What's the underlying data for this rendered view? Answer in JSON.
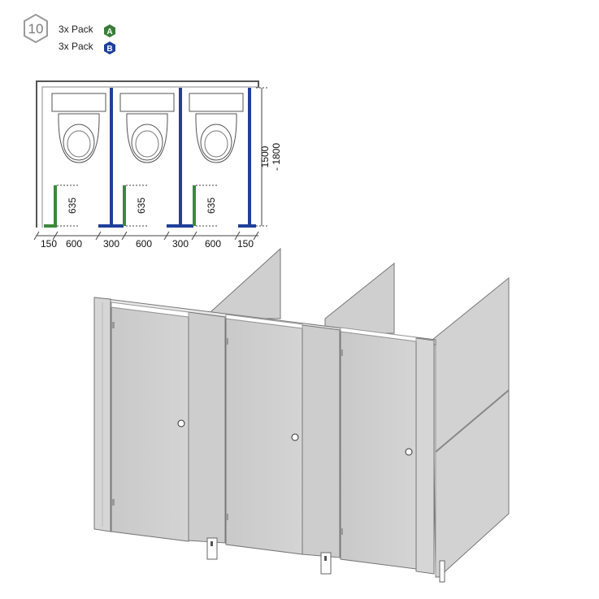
{
  "step": {
    "number": "10"
  },
  "packs": [
    {
      "label": "3x Pack",
      "badge": "A",
      "color": "#3a7d3a"
    },
    {
      "label": "3x Pack",
      "badge": "B",
      "color": "#1f3f9a"
    }
  ],
  "plan": {
    "depth_label": "1500\n- 1800",
    "depth_line1": "1500",
    "depth_line2": "- 1800",
    "door_height_label": "635",
    "bottom_dims": [
      "150",
      "600",
      "300",
      "600",
      "300",
      "600",
      "150"
    ],
    "colors": {
      "green": "#3a8a3a",
      "blue": "#1f3f9a",
      "wall": "#555555"
    }
  }
}
